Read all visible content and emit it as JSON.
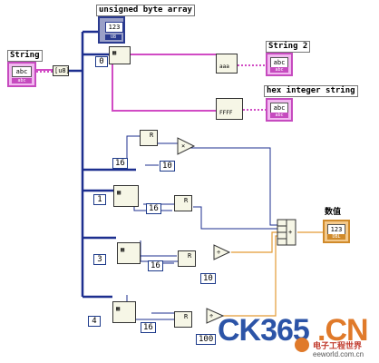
{
  "labels": {
    "string_control": "String",
    "unsigned_byte_array": "unsigned byte array",
    "string2": "String 2",
    "hex_integer_string": "hex integer string",
    "shuzhi": "数值"
  },
  "terminals": {
    "string_control_value": "abc",
    "string_control_type": "abc",
    "byte_array_value": "123",
    "byte_array_type": "U8",
    "string2_value": "abc",
    "string2_type": "abc",
    "hex_value": "abc",
    "hex_type": "abc",
    "number_value": "123",
    "number_type": "DBL"
  },
  "nodes": {
    "convert_glyph": "[u8]",
    "index_0": "0",
    "index_1": "1",
    "index_3": "3",
    "index_4": "4",
    "const_16a": "16",
    "const_16b": "16",
    "const_16c": "16",
    "const_16d": "16",
    "const_10a": "10",
    "const_10b": "10",
    "const_100": "100",
    "multiply": "×",
    "divide_a": "÷",
    "divide_b": "÷",
    "compound_add": "+",
    "rotate_sym": "R",
    "ascii_glyph": "aaa",
    "hex_glyph": "FFFF"
  },
  "watermark": {
    "brand_left": "CK365",
    "brand_right": ".CN",
    "sub_cn": "电子工程世界",
    "sub_url": "eeworld.com.cn"
  },
  "colors": {
    "string_wire": "#d14bc4",
    "array_wire": "#1d2f8f",
    "integer_wire": "#1d2f8f",
    "dbl_wire": "#e39b35"
  }
}
